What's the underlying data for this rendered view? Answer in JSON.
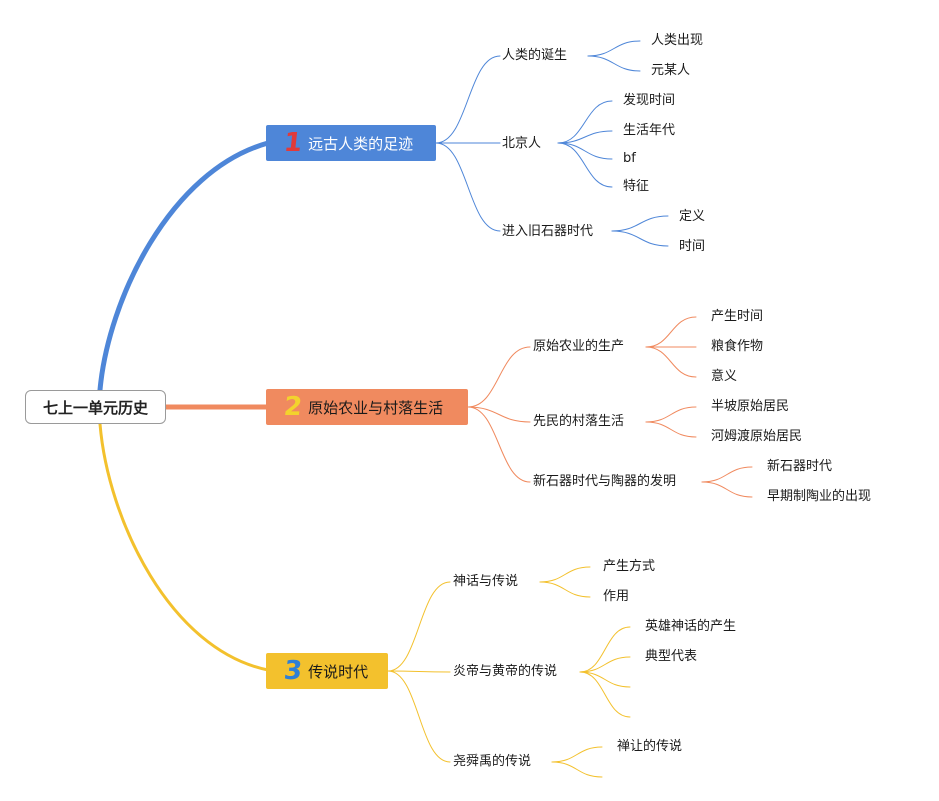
{
  "root": {
    "label": "七上一单元历史"
  },
  "branches": [
    {
      "number": "1",
      "label": "远古人类的足迹",
      "color": "#4e86d8",
      "topics": [
        {
          "label": "人类的诞生",
          "children": [
            "人类出现",
            "元某人"
          ]
        },
        {
          "label": "北京人",
          "children": [
            "发现时间",
            "生活年代",
            "bf",
            "特征"
          ]
        },
        {
          "label": "进入旧石器时代",
          "children": [
            "定义",
            "时间"
          ]
        }
      ]
    },
    {
      "number": "2",
      "label": "原始农业与村落生活",
      "color": "#f08a5f",
      "topics": [
        {
          "label": "原始农业的生产",
          "children": [
            "产生时间",
            "粮食作物",
            "意义"
          ]
        },
        {
          "label": "先民的村落生活",
          "children": [
            "半坡原始居民",
            "河姆渡原始居民"
          ]
        },
        {
          "label": "新石器时代与陶器的发明",
          "children": [
            "新石器时代",
            "早期制陶业的出现"
          ]
        }
      ]
    },
    {
      "number": "3",
      "label": "传说时代",
      "color": "#f3c12d",
      "topics": [
        {
          "label": "神话与传说",
          "children": [
            "产生方式",
            "作用"
          ]
        },
        {
          "label": "炎帝与黄帝的传说",
          "children": [
            "英雄神话的产生",
            "典型代表",
            "",
            ""
          ]
        },
        {
          "label": "尧舜禹的传说",
          "children": [
            "禅让的传说",
            ""
          ]
        }
      ]
    }
  ]
}
